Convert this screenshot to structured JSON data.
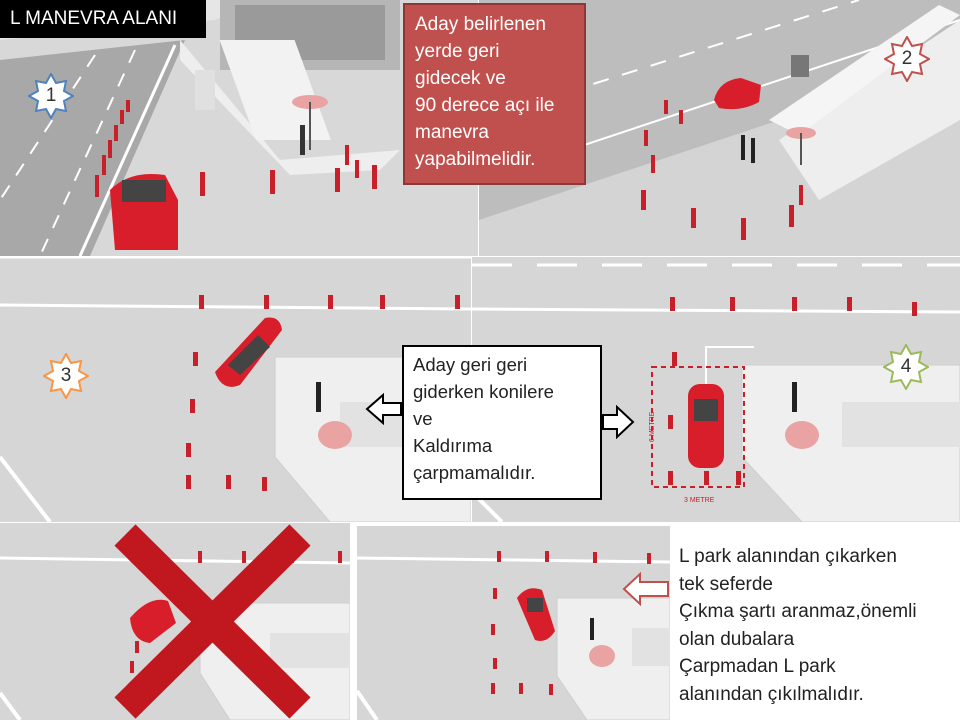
{
  "title": "L MANEVRA ALANI",
  "note_top": [
    "Aday belirlenen",
    "yerde geri",
    "gidecek ve",
    "90 derece açı ile",
    "manevra",
    "yapabilmelidir."
  ],
  "note_middle": [
    "Aday geri geri",
    "giderken konilere",
    "ve",
    "Kaldırıma",
    "çarpmamalıdır."
  ],
  "note_bottom": [
    "L park alanından çıkarken",
    "tek seferde",
    "Çıkma şartı aranmaz,önemli",
    "olan dubalara",
    "Çarpmadan L park",
    "alanından çıkılmalıdır."
  ],
  "badges": [
    {
      "label": "1",
      "color": "#4f81bd"
    },
    {
      "label": "2",
      "color": "#c0504d"
    },
    {
      "label": "3",
      "color": "#f79646"
    },
    {
      "label": "4",
      "color": "#9bbb59"
    }
  ],
  "measure_labels": {
    "length": "6 METRE",
    "width": "3 METRE"
  },
  "colors": {
    "car": "#d81e2a",
    "cone": "#c8202a",
    "note_red": "#c0504d",
    "cross": "#c0181e",
    "road": "#d9d9d9"
  },
  "icons": [
    "car-icon",
    "cone-icon",
    "umbrella-icon",
    "person-icon",
    "arrow-left-icon",
    "arrow-right-icon",
    "cross-icon"
  ]
}
